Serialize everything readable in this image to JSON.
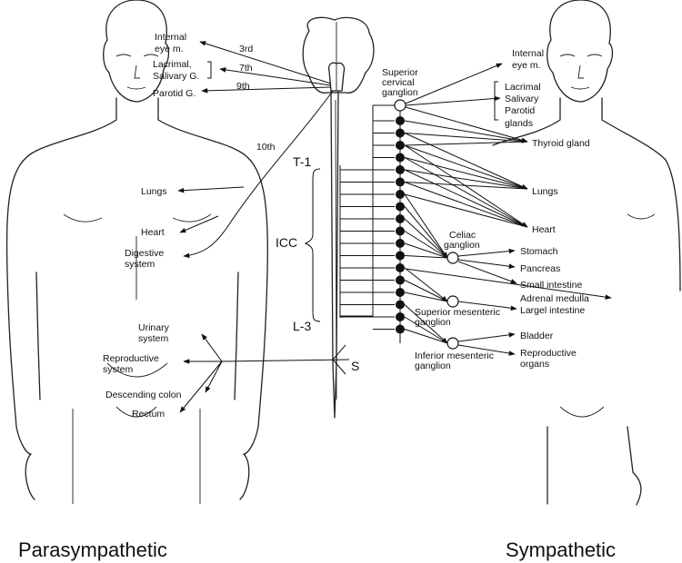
{
  "titles": {
    "left": "Parasympathetic",
    "right": "Sympathetic"
  },
  "para": {
    "internal_eye": [
      "Internal",
      "eye m."
    ],
    "lacrimal": [
      "Lacrimal,",
      "Salivary G."
    ],
    "parotid": "Parotid G.",
    "n3": "3rd",
    "n7": "7th",
    "n9": "9th",
    "n10": "10th",
    "lungs": "Lungs",
    "heart": "Heart",
    "digestive": [
      "Digestive",
      "system"
    ],
    "urinary": [
      "Urinary",
      "system"
    ],
    "reproductive": [
      "Reproductive",
      "system"
    ],
    "descending_colon": "Descending colon",
    "rectum": "Rectum"
  },
  "spine": {
    "t1": "T-1",
    "icc": "ICC",
    "l3": "L-3",
    "s": "S"
  },
  "symp": {
    "superior_cervical": [
      "Superior",
      "cervical",
      "ganglion"
    ],
    "internal_eye": [
      "Internal",
      "eye m."
    ],
    "glands": [
      "Lacrimal",
      "Salivary",
      "Parotid",
      "glands"
    ],
    "thyroid": "Thyroid gland",
    "lungs": "Lungs",
    "heart": "Heart",
    "celiac": [
      "Celiac",
      "ganglion"
    ],
    "stomach": "Stomach",
    "pancreas": "Pancreas",
    "small_intestine": "Small intestine",
    "adrenal": "Adrenal medulla",
    "sup_mesenteric": [
      "Superior mesenteric",
      "ganglion"
    ],
    "large_intestine": "Largel intestine",
    "bladder": "Bladder",
    "reproductive_organs": [
      "Reproductive",
      "organs"
    ],
    "inf_mesenteric": [
      "Inferior mesenteric",
      "ganglion"
    ]
  }
}
